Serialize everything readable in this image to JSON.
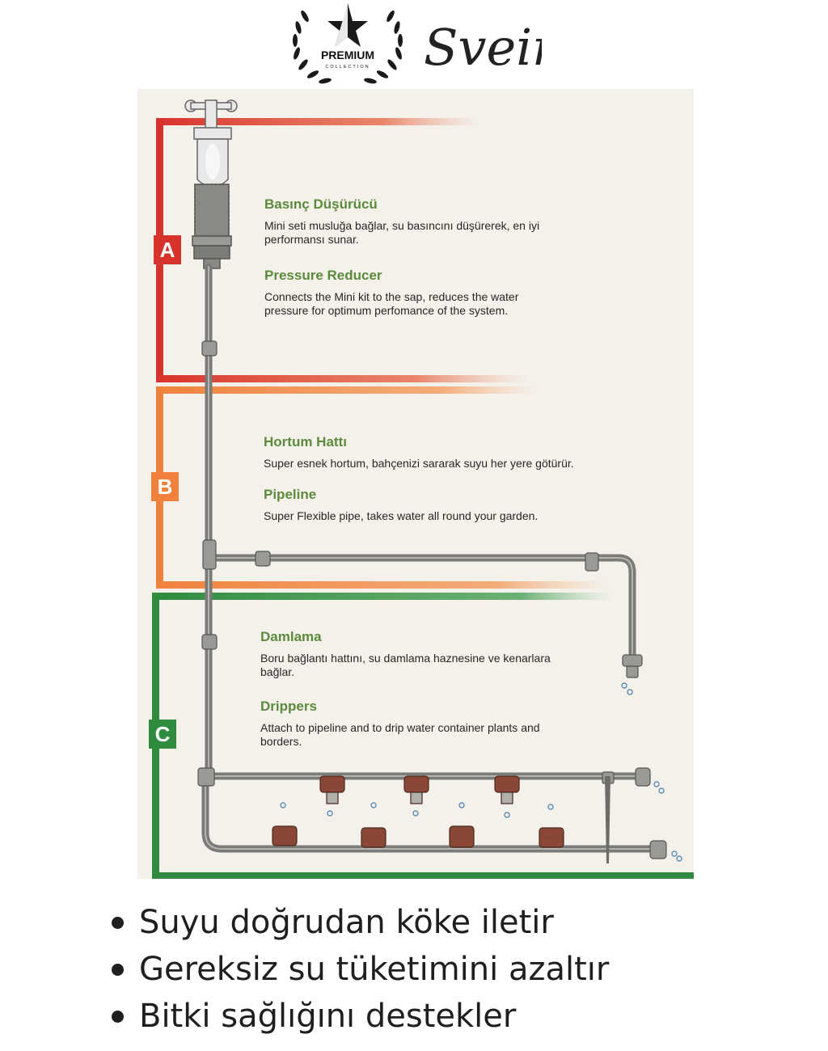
{
  "brand": {
    "badge_text": "PREMIUM",
    "badge_subtext": "COLLECTION",
    "signature": "Svein"
  },
  "colors": {
    "section_a": "#d8322c",
    "section_b": "#f0813c",
    "section_c": "#2f8b3e",
    "heading_green": "#5c8a3c",
    "pipe": "#7a7a78"
  },
  "sections": {
    "a": {
      "letter": "A",
      "tr_title": "Basınç Düşürücü",
      "tr_desc": "Mini seti musluğa bağlar, su basıncını düşürerek, en iyi performansı sunar.",
      "en_title": "Pressure Reducer",
      "en_desc": "Connects the Mini kit to the sap, reduces the water pressure for optimum perfomance of the system."
    },
    "b": {
      "letter": "B",
      "tr_title": "Hortum Hattı",
      "tr_desc": "Super esnek hortum, bahçenizi sararak suyu her yere götürür.",
      "en_title": "Pipeline",
      "en_desc": "Super Flexible pipe, takes water all round your garden."
    },
    "c": {
      "letter": "C",
      "tr_title": "Damlama",
      "tr_desc": "Boru bağlantı hattını,  su damlama haznesine ve kenarlara bağlar.",
      "en_title": "Drippers",
      "en_desc": "Attach to pipeline and to drip water container plants and borders."
    }
  },
  "features": [
    "Suyu doğrudan köke iletir",
    "Gereksiz su tüketimini azaltır",
    "Bitki sağlığını destekler"
  ]
}
